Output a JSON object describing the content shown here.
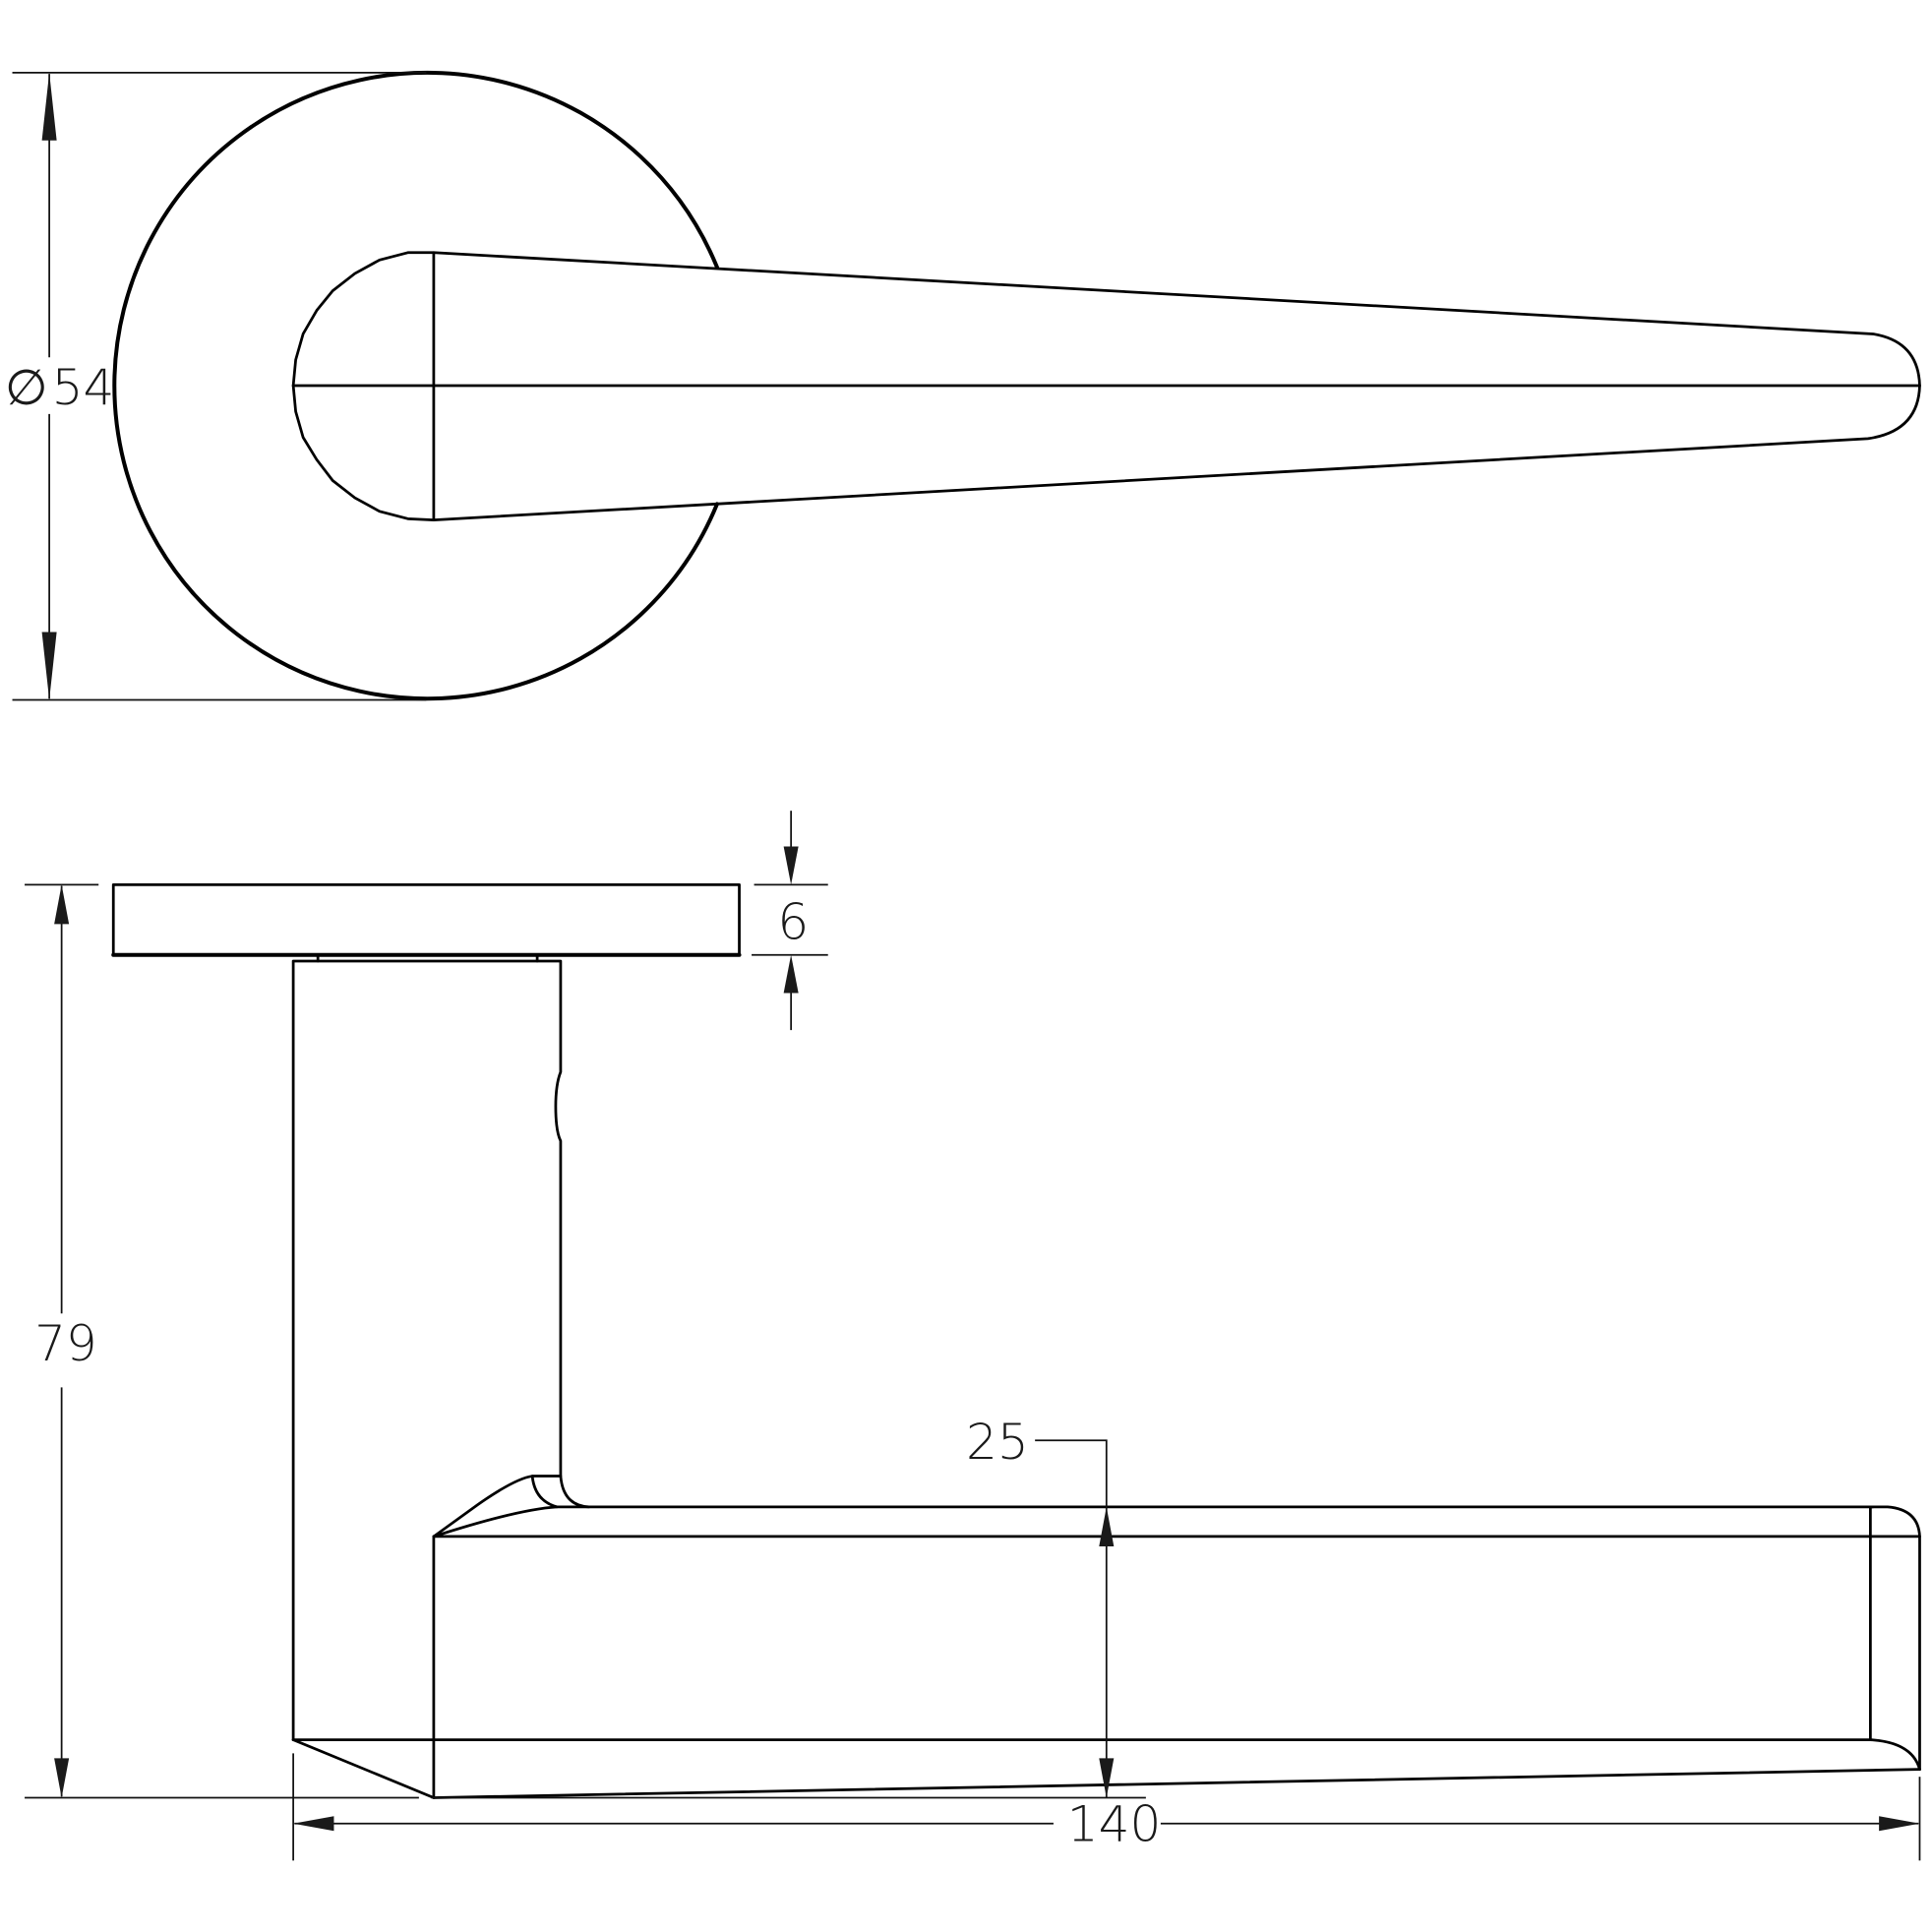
{
  "drawing": {
    "title": "Door lever handle on round rose - technical drawing",
    "units": "mm",
    "views": [
      "top-view",
      "side-view"
    ]
  },
  "dimensions": {
    "rose_diameter": {
      "symbol": "∅",
      "value": "54"
    },
    "rose_thickness": {
      "value": "6"
    },
    "overall_height": {
      "value": "79"
    },
    "lever_height": {
      "value": "25"
    },
    "overall_length": {
      "value": "140"
    }
  },
  "colors": {
    "line": "#000000",
    "background": "#ffffff"
  }
}
